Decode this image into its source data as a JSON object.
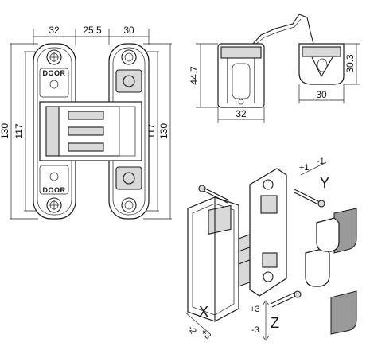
{
  "dimensions": {
    "top_left_width": "32",
    "top_gap": "25.5",
    "top_right_width": "30",
    "left_total_height": "130",
    "left_inner_height": "117",
    "right_inner_height": "117",
    "right_total_height": "130",
    "side_height": "44.7",
    "side_bottom_width": "32",
    "side_right_height": "30.3",
    "side_right_width": "30"
  },
  "labels": {
    "brand_top": "DOOR",
    "brand_bottom": "DOOR",
    "axis_x": "X",
    "axis_y": "Y",
    "axis_z": "Z",
    "x_minus": "-2",
    "x_plus": "+3",
    "y_plus": "+1",
    "y_minus": "-1",
    "z_plus": "+3",
    "z_minus": "-3"
  }
}
